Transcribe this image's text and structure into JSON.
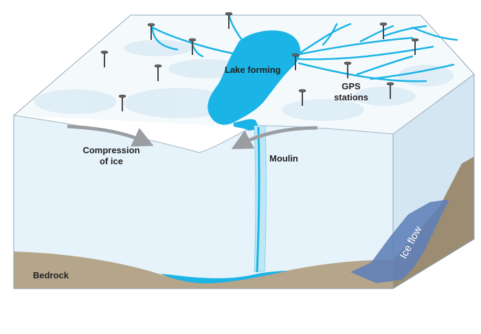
{
  "labels": {
    "lake": "Lake forming",
    "gps_line1": "GPS",
    "gps_line2": "stations",
    "compression_line1": "Compression",
    "compression_line2": "of ice",
    "moulin": "Moulin",
    "bedrock": "Bedrock",
    "ice_flow": "Ice flow"
  },
  "colors": {
    "water": "#1ab4e6",
    "ice_front": "#e6f3fa",
    "ice_side": "#d3e6f1",
    "ice_top": "#f4f9fc",
    "bedrock": "#b5a58a",
    "arrow_gray": "#9a9ea3",
    "flow_arrow": "#5f7fb7"
  },
  "gps_station_count": 12
}
